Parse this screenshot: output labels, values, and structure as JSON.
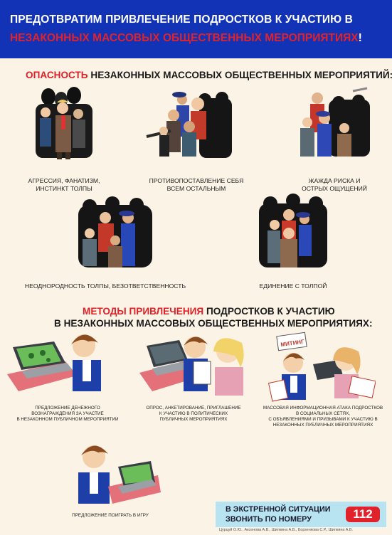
{
  "banner": {
    "line1": "ПРЕДОТВРАТИМ ПРИВЛЕЧЕНИЕ ПОДРОСТКОВ К УЧАСТИЮ В",
    "line2_red": "НЕЗАКОННЫХ МАССОВЫХ ОБЩЕСТВЕННЫХ МЕРОПРИЯТИЯХ",
    "line2_tail": "!"
  },
  "danger": {
    "heading_accent": "ОПАСНОСТЬ",
    "heading_rest": " НЕЗАКОННЫХ МАССОВЫХ ОБЩЕСТВЕННЫХ МЕРОПРИЯТИЙ:",
    "items": [
      {
        "caption": "АГРЕССИЯ, ФАНАТИЗМ,\nИНСТИНКТ ТОЛПЫ"
      },
      {
        "caption": "ПРОТИВОПОСТАВЛЕНИЕ СЕБЯ\nВСЕМ ОСТАЛЬНЫМ"
      },
      {
        "caption": "ЖАЖДА РИСКА И\nОСТРЫХ ОЩУЩЕНИЙ"
      },
      {
        "caption": "НЕОДНОРОДНОСТЬ ТОЛПЫ, БЕЗОТВЕТСТВЕННОСТЬ"
      },
      {
        "caption": "ЕДИНЕНИЕ С ТОЛПОЙ"
      }
    ]
  },
  "methods": {
    "heading_accent": "МЕТОДЫ ПРИВЛЕЧЕНИЯ",
    "heading_rest": " ПОДРОСТКОВ К УЧАСТИЮ",
    "heading_line2": "В НЕЗАКОННЫХ МАССОВЫХ ОБЩЕСТВЕННЫХ МЕРОПРИЯТИЯХ:",
    "items": [
      {
        "caption": "ПРЕДЛОЖЕНИЕ ДЕНЕЖНОГО\nВОЗНАГРАЖДЕНИЯ ЗА УЧАСТИЕ\nВ НЕЗАКОННОМ ПУБЛИЧНОМ МЕРОПРИЯТИИ"
      },
      {
        "caption": "ОПРОС, АНКЕТИРОВАНИЕ, ПРИГЛАШЕНИЕ\nК УЧАСТИЮ В ПОЛИТИЧЕСКИХ\nПУБЛИЧНЫХ МЕРОПРИЯТИЯХ"
      },
      {
        "caption": "МАССОВАЯ ИНФОРМАЦИОННАЯ АТАКА ПОДРОСТКОВ\nВ СОЦИАЛЬНЫХ СЕТЯХ,\nС ОБЪЯВЛЕНИЯМИ И ПРИЗЫВАМИ К УЧАСТИЮ В\nНЕЗАКОННЫХ ПУБЛИЧНЫХ МЕРОПРИЯТИЯХ"
      },
      {
        "caption": "ПРЕДЛОЖЕНИЕ ПОИГРАТЬ В ИГРУ"
      }
    ],
    "sign_text": "МИТИНГ"
  },
  "emergency": {
    "line1": "В ЭКСТРЕННОЙ СИТУАЦИИ",
    "line2": "ЗВОНИТЬ ПО НОМЕРУ",
    "number": "112"
  },
  "authors": "Цурцуй О.Ю., Аксенова А.В., Шилкина А.В., Борзенкова С.Р., Шилкина А.В.",
  "colors": {
    "banner_blue": "#1233b5",
    "accent_red": "#e2222b",
    "emergency_bg": "#b8e3f0",
    "paper": "#fbf3e6"
  }
}
